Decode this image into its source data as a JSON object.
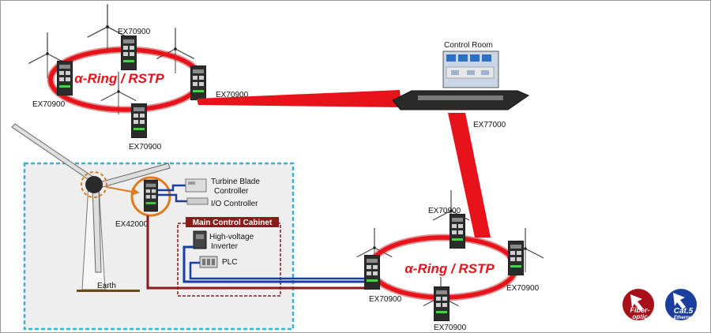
{
  "top_ring": {
    "title": "α-Ring / RSTP",
    "nodes": [
      "EX70900",
      "EX70900",
      "EX70900",
      "EX70900"
    ]
  },
  "bottom_ring": {
    "title": "α-Ring / RSTP",
    "nodes": [
      "EX70900",
      "EX70900",
      "EX70900",
      "EX70900"
    ]
  },
  "control_room": {
    "title": "Control Room",
    "switch_model": "EX77000"
  },
  "turbine_panel": {
    "switch_model": "EX42000",
    "turbine_blade_controller": [
      "Turbine Blade",
      "Controller"
    ],
    "io_controller": "I/O Controller",
    "earth": "Earth",
    "cabinet": {
      "title": "Main Control Cabinet",
      "inverter": [
        "High-voltage",
        "Inverter"
      ],
      "plc": "PLC"
    }
  },
  "legend": {
    "fiber": [
      "Fiber-",
      "optic"
    ],
    "cat5": [
      "Cat.5",
      "Ethernet"
    ]
  },
  "colors": {
    "fiber_red": "#e8121a",
    "fiber_dark": "#b30d12",
    "copper_blue": "#1a3e9e",
    "panel_border": "#35b5d5",
    "panel_fill": "#eeeeee",
    "cabinet_red": "#8b1a1a",
    "highlight_orange": "#e07a1a"
  }
}
